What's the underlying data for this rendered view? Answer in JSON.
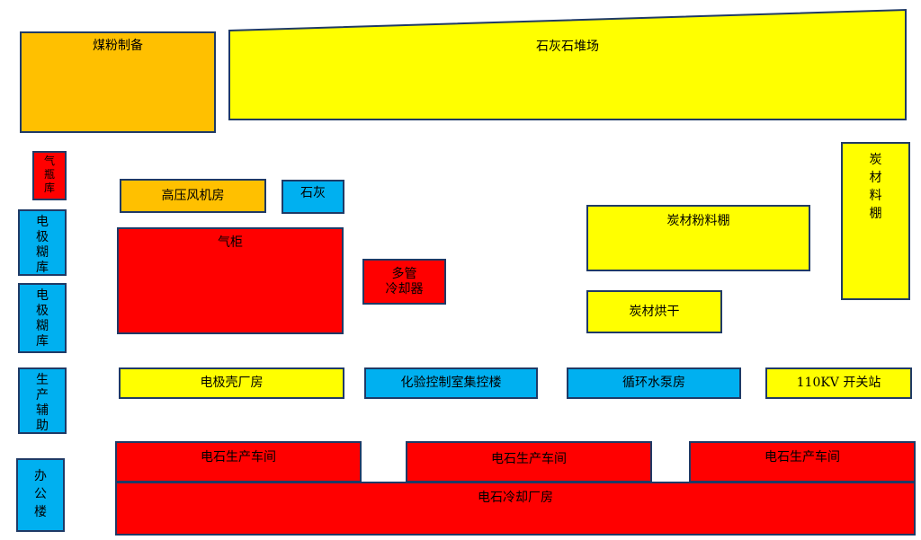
{
  "coal_powder": "煤粉制备",
  "limestone_yard": "石灰石堆场",
  "gas_tank_storage": "气瓶库",
  "electrode_paste_1": "电极糊库",
  "electrode_paste_2": "电极糊库",
  "production_aux": "生产辅助",
  "office_building": "办公楼",
  "hp_fan_room": "高压风机房",
  "lime": "石灰",
  "gas_holder": "气柜",
  "multi_tube_cooler_1": "多管",
  "multi_tube_cooler_2": "冷却器",
  "carbon_powder_shed": "炭材粉料棚",
  "carbon_shed": "炭材料棚",
  "carbon_drying": "炭材烘干",
  "electrode_shell_plant": "电极壳厂房",
  "lab_control_building": "化验控制室集控楼",
  "circulating_pump_room": "循环水泵房",
  "switch_station": "110KV 开关站",
  "carbide_workshop_1": "电石生产车间",
  "carbide_workshop_2": "电石生产车间",
  "carbide_workshop_3": "电石生产车间",
  "carbide_cooling_plant": "电石冷却厂房",
  "colors": {
    "yellow": "#ffff00",
    "orange": "#ffc000",
    "red": "#ff0000",
    "blue": "#00b0f0",
    "border": "#1f3a66"
  }
}
